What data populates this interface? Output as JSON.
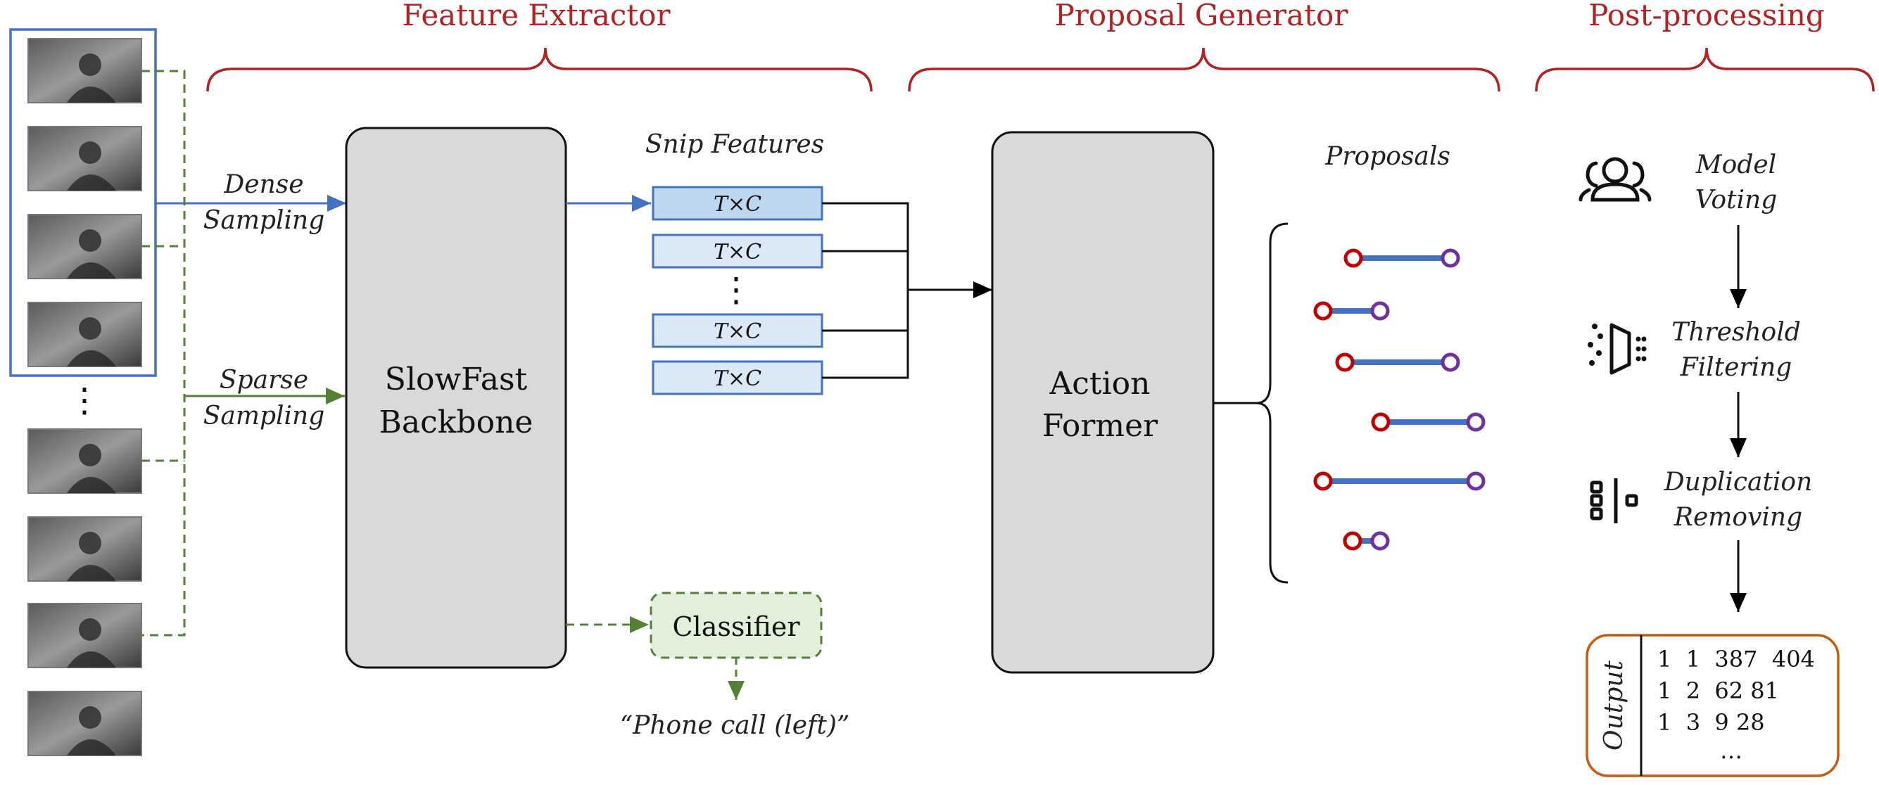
{
  "sections": {
    "feature_extractor": "Feature Extractor",
    "proposal_generator": "Proposal Generator",
    "post_processing": "Post-processing"
  },
  "sampling": {
    "dense_line1": "Dense",
    "dense_line2": "Sampling",
    "sparse_line1": "Sparse",
    "sparse_line2": "Sampling"
  },
  "backbone": {
    "line1": "SlowFast",
    "line2": "Backbone"
  },
  "snip": {
    "title": "Snip Features",
    "labels": [
      "T×C",
      "T×C",
      "T×C",
      "T×C"
    ],
    "ellipsis": "⋮"
  },
  "classifier": {
    "label": "Classifier",
    "prediction": "“Phone call (left)”"
  },
  "action_former": {
    "line1": "Action",
    "line2": "Former"
  },
  "proposals": {
    "title": "Proposals"
  },
  "post": {
    "step1_line1": "Model",
    "step1_line2": "Voting",
    "step1_icon": "users-icon",
    "step2_line1": "Threshold",
    "step2_line2": "Filtering",
    "step2_icon": "filter-icon",
    "step3_line1": "Duplication",
    "step3_line2": "Removing",
    "step3_icon": "dedup-icon"
  },
  "output": {
    "label": "Output",
    "rows": [
      "1  1  387  404",
      "1  2  62 81",
      "1  3  9 28",
      "…"
    ]
  },
  "frames_ellipsis": "⋮",
  "colors": {
    "section_title": "#b22222",
    "dense_arrow": "#4472c4",
    "sparse_arrow": "#548235",
    "snip_fill_first": "#bdd7ee",
    "snip_fill": "#dbe8f6",
    "classifier_fill": "#e2efda",
    "proposal_start": "#c00000",
    "proposal_end": "#7030a0",
    "proposal_bar": "#4472c4",
    "output_border": "#c55a11"
  }
}
